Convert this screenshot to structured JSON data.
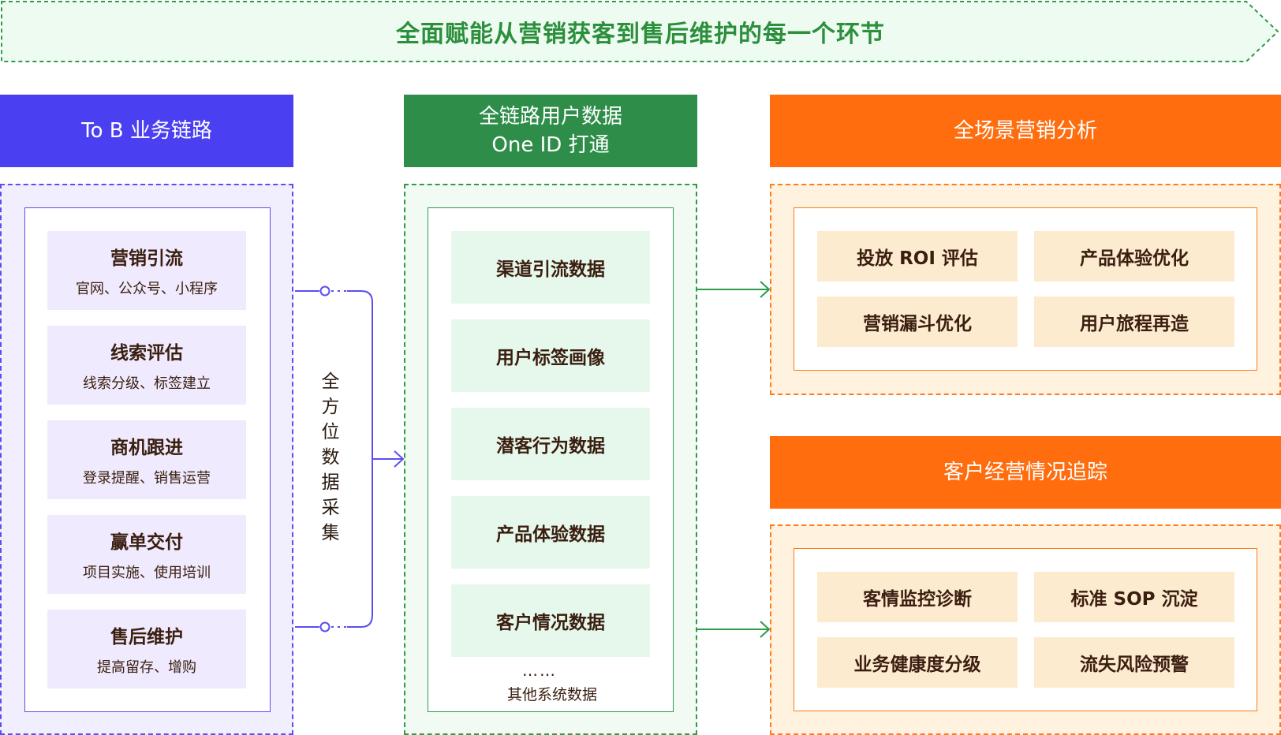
{
  "banner": {
    "text": "全面赋能从营销获客到售后维护的每一个环节"
  },
  "columns": {
    "business": {
      "header": "To B 业务链路",
      "stages": [
        {
          "title": "营销引流",
          "desc": "官网、公众号、小程序"
        },
        {
          "title": "线索评估",
          "desc": "线索分级、标签建立"
        },
        {
          "title": "商机跟进",
          "desc": "登录提醒、销售运营"
        },
        {
          "title": "赢单交付",
          "desc": "项目实施、使用培训"
        },
        {
          "title": "售后维护",
          "desc": "提高留存、增购"
        }
      ]
    },
    "collection_label": "全方位数据采集",
    "data": {
      "header_line1": "全链路用户数据",
      "header_line2": "One ID 打通",
      "items": [
        "渠道引流数据",
        "用户标签画像",
        "潜客行为数据",
        "产品体验数据",
        "客户情况数据"
      ],
      "ellipsis": "……",
      "other": "其他系统数据"
    },
    "analysis": {
      "header": "全场景营销分析",
      "items": [
        "投放 ROI 评估",
        "产品体验优化",
        "营销漏斗优化",
        "用户旅程再造"
      ]
    },
    "tracking": {
      "header": "客户经营情况追踪",
      "items": [
        "客情监控诊断",
        "标准 SOP 沉淀",
        "业务健康度分级",
        "流失风险预警"
      ]
    }
  },
  "colors": {
    "banner_text": "#2b8f3c",
    "blue": "#4b3ff2",
    "green": "#2e8e49",
    "orange": "#ff6d0f",
    "arrow_purple": "#5b4ef0",
    "arrow_green": "#2e9a4a"
  }
}
